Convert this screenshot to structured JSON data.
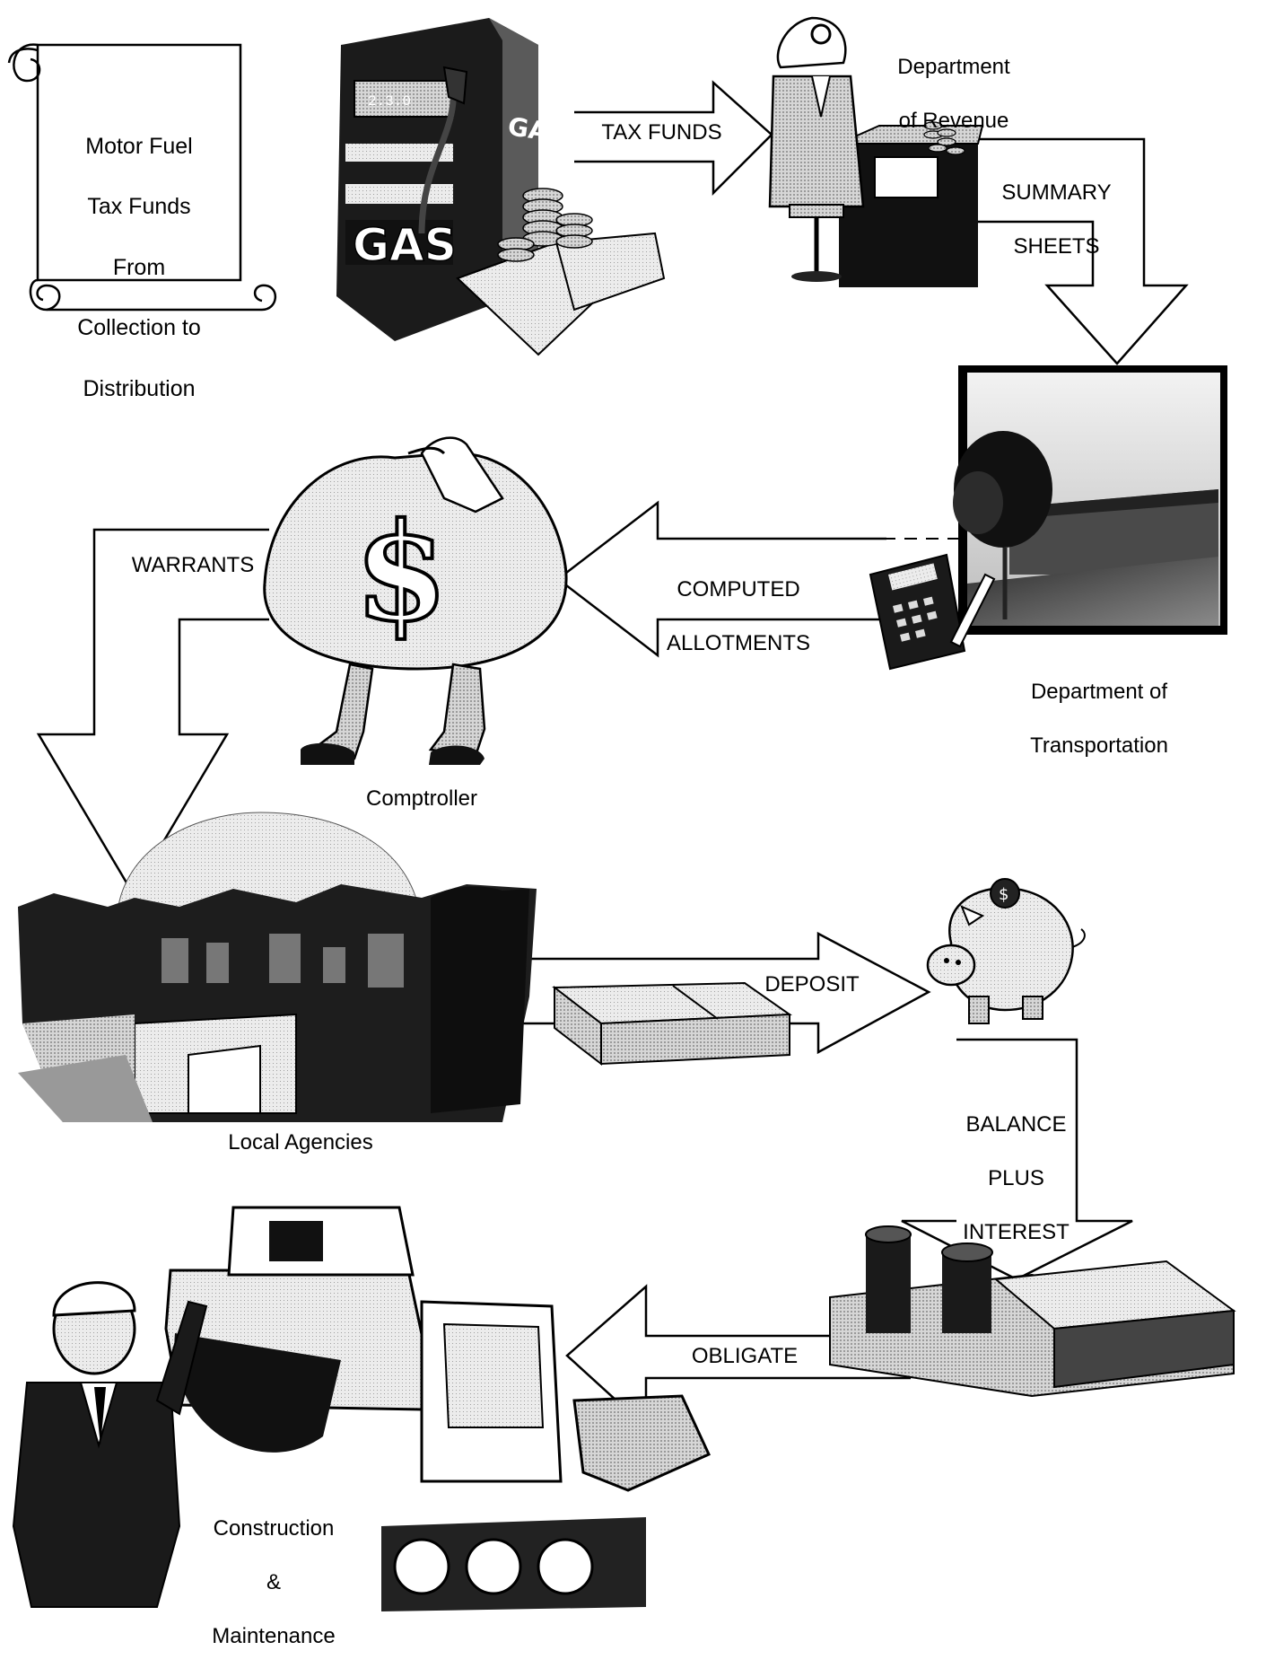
{
  "title": {
    "lines": [
      "Motor Fuel",
      "Tax Funds",
      "From",
      "Collection to",
      "Distribution"
    ]
  },
  "pump": {
    "price_display": "2.3.0",
    "brand_top": "GAS",
    "brand_bottom": "GAS"
  },
  "nodes": {
    "revenue": [
      "Department",
      "of Revenue"
    ],
    "transportation": [
      "Department of",
      "Transportation"
    ],
    "comptroller": "Comptroller",
    "local": "Local Agencies",
    "construction": [
      "Construction",
      "&",
      "Maintenance"
    ]
  },
  "flows": {
    "tax_funds": "TAX FUNDS",
    "summary_sheets": [
      "SUMMARY",
      "SHEETS"
    ],
    "computed_allotments": [
      "COMPUTED",
      "ALLOTMENTS"
    ],
    "warrants": "WARRANTS",
    "deposit": "DEPOSIT",
    "balance_interest": [
      "BALANCE",
      "PLUS",
      "INTEREST"
    ],
    "obligate": "OBLIGATE"
  },
  "icons": {
    "scroll": "scroll-icon",
    "pump": "gas-pump-icon",
    "clerk": "clerk-at-desk-icon",
    "dot": "dot-building-icon",
    "bag": "money-bag-icon",
    "city": "city-skyline-icon",
    "cash": "cash-bundle-icon",
    "pig": "piggy-bank-icon",
    "coins": "coin-stacks-icon",
    "workers": "construction-workers-icon"
  }
}
